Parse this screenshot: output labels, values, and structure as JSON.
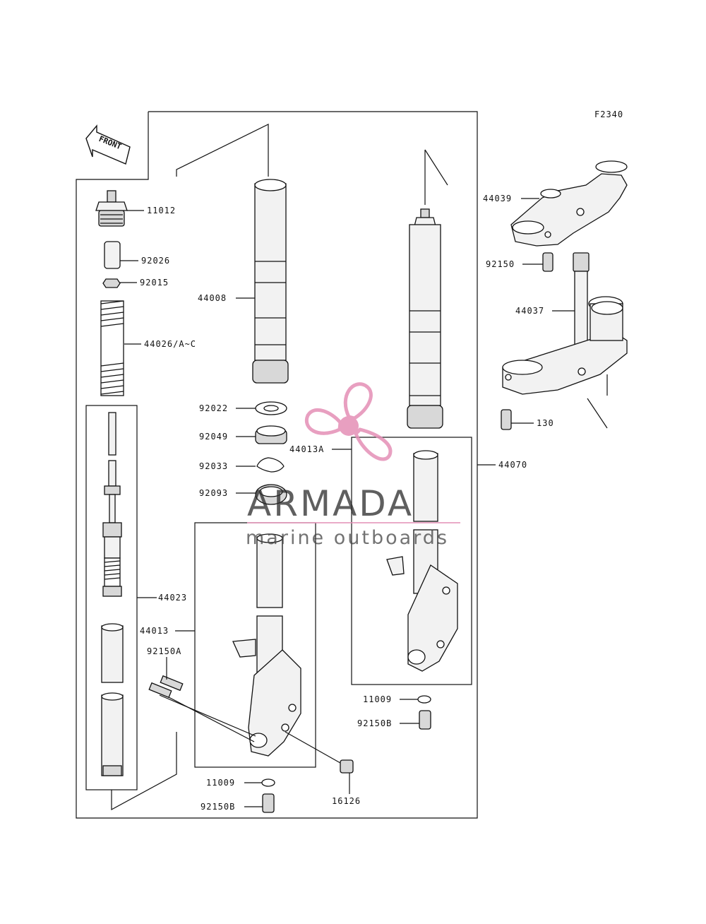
{
  "figure_code": "F2340",
  "front_marker": "FRONT",
  "watermark": {
    "title": "ARMADA",
    "subtitle": "marine outboards",
    "logo_color": "#e48fb6"
  },
  "parts": {
    "p11012": "11012",
    "p92026": "92026",
    "p92015": "92015",
    "p44026": "44026/A~C",
    "p44008": "44008",
    "p92022": "92022",
    "p92049": "92049",
    "p92033": "92033",
    "p92093": "92093",
    "p44013A": "44013A",
    "p44070": "44070",
    "p44039": "44039",
    "p92150": "92150",
    "p44037": "44037",
    "p130": "130",
    "p44023": "44023",
    "p44013": "44013",
    "p92150A": "92150A",
    "p11009a": "11009",
    "p92150Ba": "92150B",
    "p11009b": "11009",
    "p92150Bb": "92150B",
    "p16126": "16126"
  }
}
